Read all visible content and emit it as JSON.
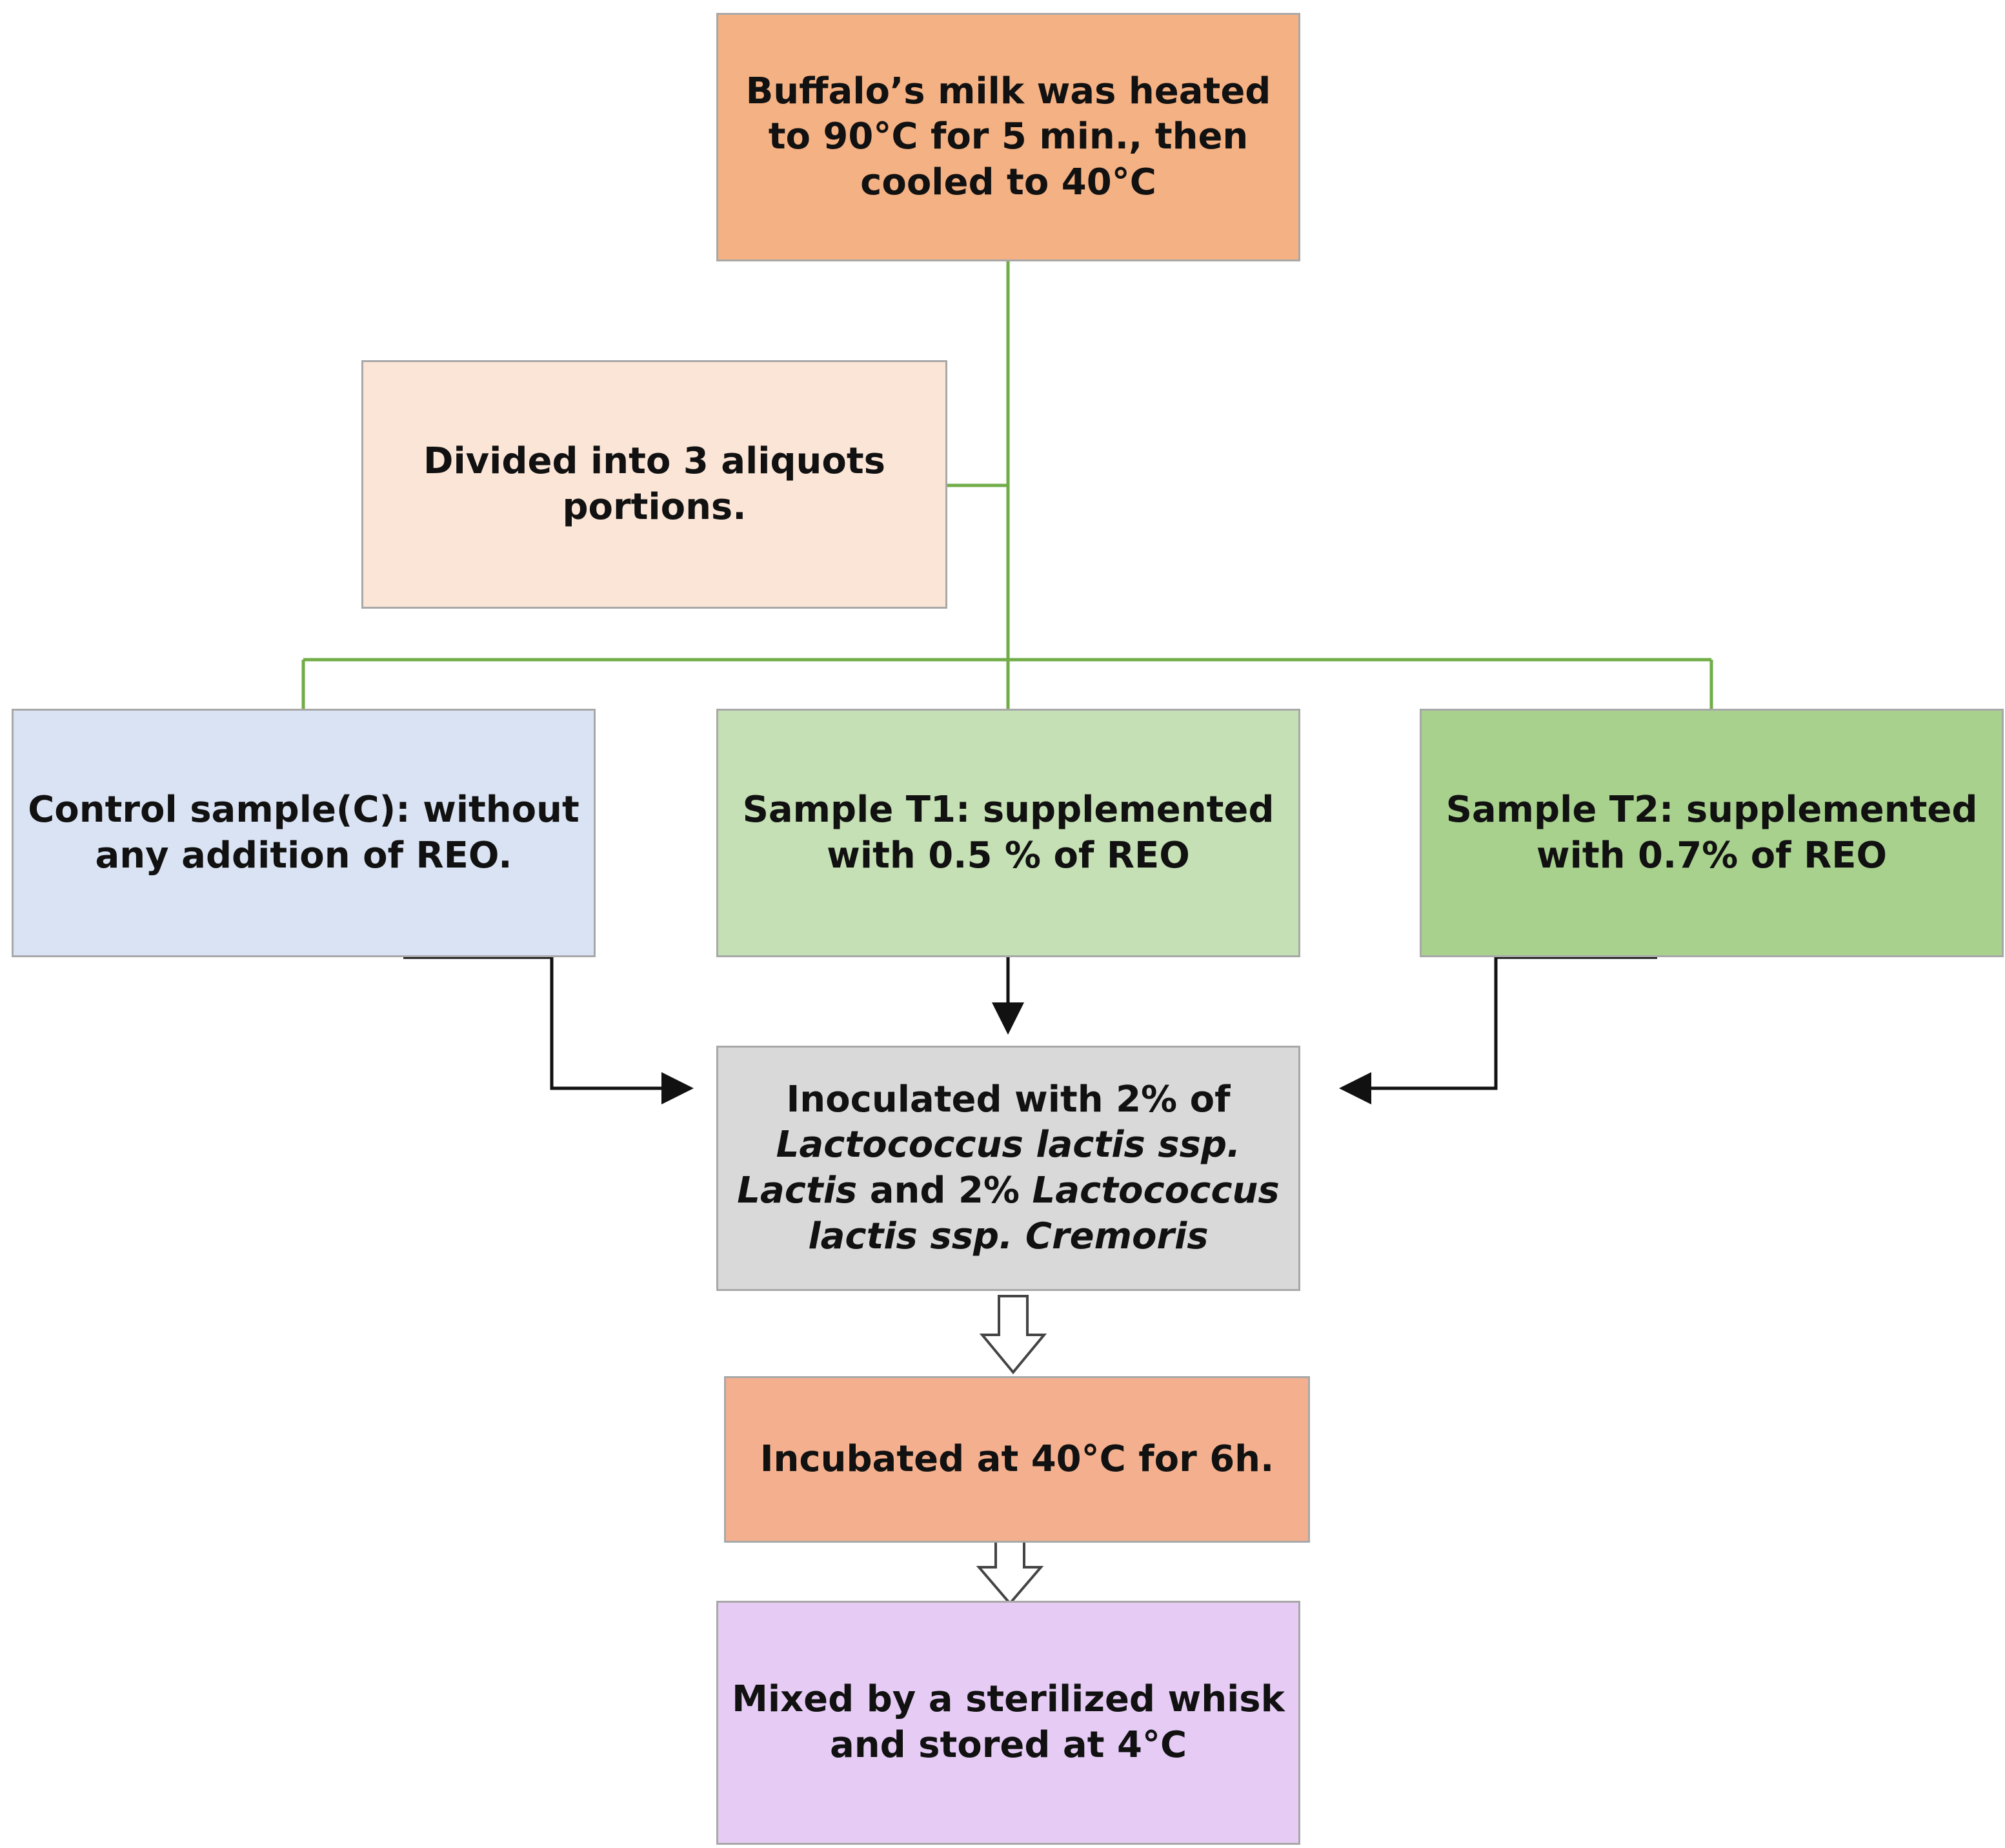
{
  "steps": {
    "start": {
      "lines": [
        "Buffalo’s milk was heated",
        "to 90°C for 5 min., then",
        "cooled to 40°C"
      ]
    },
    "divide": {
      "lines": [
        "Divided into 3 aliquots",
        "portions."
      ]
    },
    "control": {
      "lines": [
        "Control sample(C): without",
        "any addition of REO."
      ]
    },
    "t1": {
      "lines": [
        "Sample T1: supplemented",
        "with 0.5 % of REO"
      ]
    },
    "t2": {
      "lines": [
        "Sample T2: supplemented",
        "with 0.7% of REO"
      ]
    },
    "inoculate": {
      "line1": "Inoculated with 2% of",
      "line2": "Lactococcus lactis ssp.",
      "line3_italic": "Lactis",
      "line3_plain": " and 2% ",
      "line3_italic2": "Lactococcus",
      "line4": "lactis ssp. Cremoris"
    },
    "incubate": {
      "lines": [
        "Incubated at 40°C for 6h."
      ]
    },
    "mix": {
      "lines": [
        "Mixed by a sterilized whisk",
        "and stored at 4°C"
      ]
    }
  },
  "colors": {
    "start": "#f4b183",
    "divide": "#fbe5d6",
    "control": "#dae3f3",
    "t1": "#c5e0b4",
    "t2": "#a9d18e",
    "inoculate": "#d9d9d9",
    "incubate": "#f4b08e",
    "mix": "#e6ccf5",
    "green_connector": "#70ad47",
    "black_connector": "#111111"
  }
}
